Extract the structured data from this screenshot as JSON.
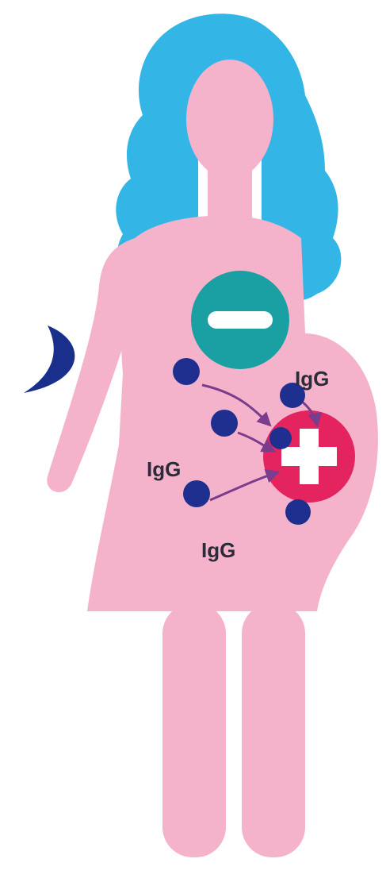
{
  "labels": {
    "igg_top": "IgG",
    "igg_left": "IgG",
    "igg_bottom": "IgG"
  },
  "symbols": {
    "mother_rh": "negative-sign",
    "fetus_rh": "positive-sign"
  },
  "colors": {
    "background": "#ffffff",
    "body": "#f4b3cb",
    "hair": "#33b6e6",
    "mother_badge": "#1aa0a3",
    "fetus_badge": "#e4245f",
    "antibody": "#1f2f8f",
    "arrow": "#7a3c8c",
    "left_crescent": "#1a2e8c"
  }
}
